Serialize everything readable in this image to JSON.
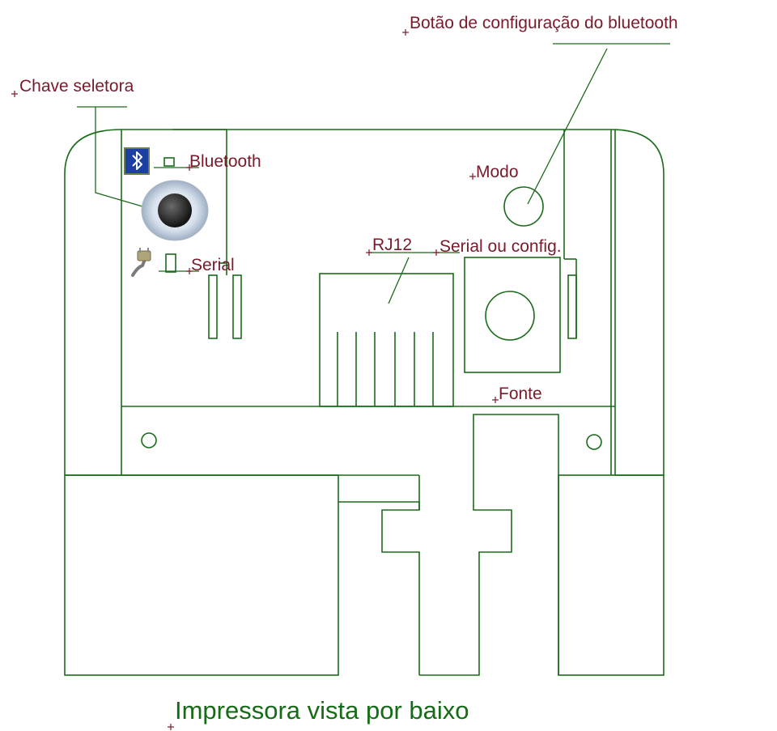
{
  "labels": {
    "bluetooth_button": "Botão de configuração do bluetooth",
    "selector_switch": "Chave seletora",
    "bluetooth": "Bluetooth",
    "mode": "Modo",
    "rj12": "RJ12",
    "serial_config": "Serial ou config.",
    "serial": "Serial",
    "power": "Fonte"
  },
  "caption": "Impressora vista por baixo",
  "colors": {
    "line": "#1a6b1a",
    "label": "#7a1a2a",
    "caption": "#166b16",
    "bluetooth_badge": "#1c3fa3"
  },
  "icons": [
    "bluetooth-icon",
    "serial-cable-icon",
    "selector-knob-icon"
  ]
}
